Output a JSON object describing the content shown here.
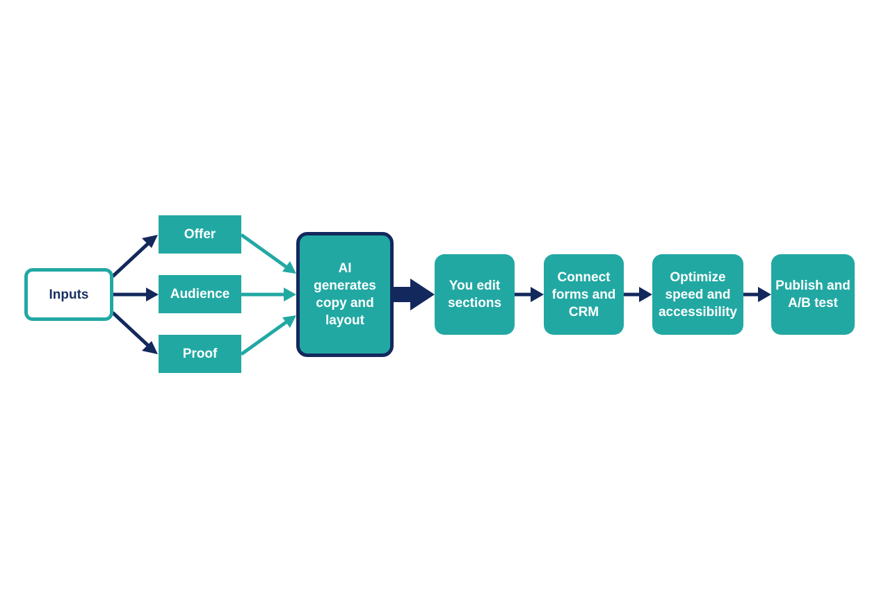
{
  "colors": {
    "teal": "#22a8a3",
    "navy": "#13285c",
    "background": "#ffffff"
  },
  "nodes": {
    "inputs": "Inputs",
    "offer": "Offer",
    "audience": "Audience",
    "proof": "Proof",
    "ai": "AI\ngenerates\ncopy and\nlayout",
    "edit": "You edit\nsections",
    "connect": "Connect\nforms and\nCRM",
    "optimize": "Optimize\nspeed and\naccessibility",
    "publish": "Publish and\nA/B test"
  },
  "edges": [
    {
      "from": "inputs",
      "to": "offer",
      "color": "navy"
    },
    {
      "from": "inputs",
      "to": "audience",
      "color": "navy"
    },
    {
      "from": "inputs",
      "to": "proof",
      "color": "navy"
    },
    {
      "from": "offer",
      "to": "ai",
      "color": "teal"
    },
    {
      "from": "audience",
      "to": "ai",
      "color": "teal"
    },
    {
      "from": "proof",
      "to": "ai",
      "color": "teal"
    },
    {
      "from": "ai",
      "to": "edit",
      "color": "navy"
    },
    {
      "from": "edit",
      "to": "connect",
      "color": "navy"
    },
    {
      "from": "connect",
      "to": "optimize",
      "color": "navy"
    },
    {
      "from": "optimize",
      "to": "publish",
      "color": "navy"
    }
  ]
}
